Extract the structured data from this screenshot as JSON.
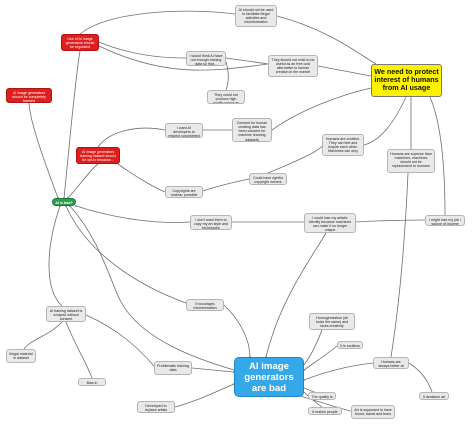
{
  "colors": {
    "central": "#35a8ea",
    "goal": "#fff200",
    "alarm": "#dd1f1f",
    "source": "#2e9c51",
    "bubble": "#e9e9e9",
    "line": "#6e6e6e"
  },
  "nodes": {
    "central": "AI image generators are bad",
    "goal": "We need to protect interest of humans from AI usage",
    "ai_source": "AI is bad?",
    "use_of_ai": "Use of AI image generators should be regulated",
    "ai_gen_disclaimer": "AI image generators should be completely banned",
    "ai_gen_training": "AI image generators training dataset should be opt-in because...",
    "facilitate_illegal": "AI should not be used to facilitate illegal activities and misinformation",
    "wouldnt_train": "I would think AI have not enough training data so that...",
    "should_not_exist": "They should not exist to be useful as an free cost alternative to human creation in the market",
    "high_quality": "They could not produce high quality output as this",
    "ai_devs_respect": "I want AI developers to respect copyrighted owners",
    "consent": "Consent for human creating data has been consent for machine learning datasets",
    "humans_creative": "Humans are creative. They can feel and inspire each other. Machines can only copy",
    "humans_superior": "Humans are superior than machines, machines should not be replacement to humans",
    "copyright_holders": "Could have rightful copyright owners",
    "copyrights_unclear": "Copyrights are unclear, possible infringement",
    "dont_want_steal": "I don't want them to copy my art style and techniques",
    "lose_identity": "I could lose my artistic identity because machines can make it no longer unique",
    "lose_job": "I might lose my job / source of income",
    "encourages_misinfo": "Encourages misinformation",
    "dataset_scraped": "AI training dataset is scraped without consent",
    "homogenization": "Homogenization (all looks the same) and lacks creativity",
    "illegal_material": "Illegal material in dataset",
    "bias": "Bias in dataset",
    "problematic_training": "Problematic training data",
    "developed_by": "Developed to replace artists",
    "soulless": "It is soulless",
    "quality_bad": "The quality is bad",
    "humans_better": "Humans are always better at art",
    "devalues_art": "It devalues art",
    "makes_lazy": "It makes people lazy",
    "art_human": "Art is supposed to have blood, sweat and tears"
  }
}
